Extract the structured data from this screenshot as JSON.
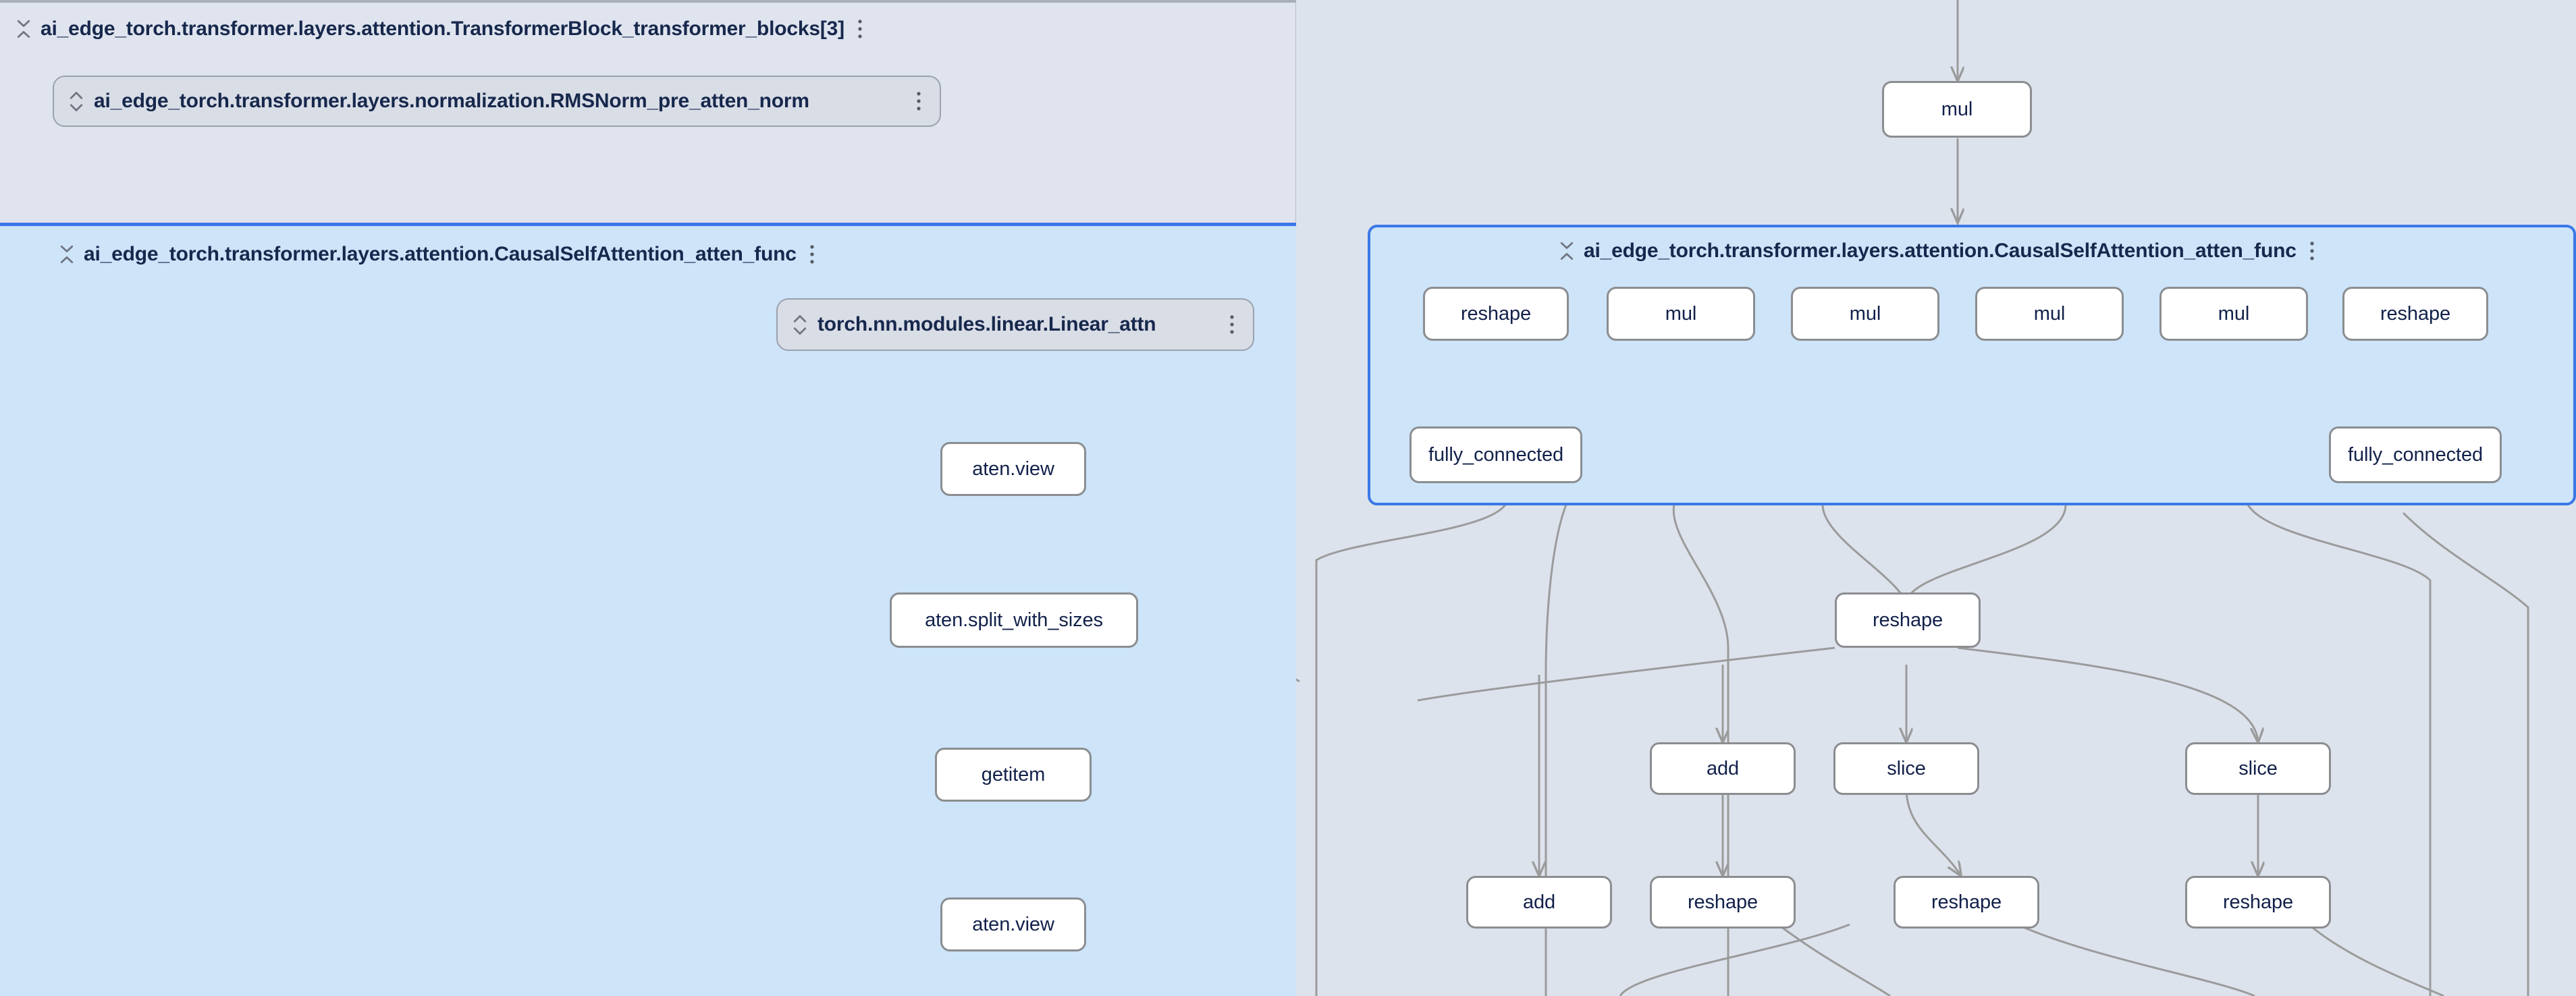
{
  "app": {
    "name": "model-explorer-graph-canvas",
    "background_color": "#dde3ed"
  },
  "colors": {
    "canvas_background": "#dde3ed",
    "group_background": "#dfe4ee",
    "selected_group_background": "#cde4f9",
    "selection_border": "#3b78e7",
    "node_background": "#ffffff",
    "node_border": "#8b8d90",
    "node_text": "#12214a",
    "group_title_text": "#17284d",
    "edge_stroke": "#9b9b9b",
    "layer_box_background": "#d9dde6",
    "layer_box_border": "#9ba1ad"
  },
  "icons": {
    "collapse": "collapse-chevrons-icon",
    "expand": "expand-chevrons-icon",
    "menu": "kebab-menu-icon"
  },
  "groups": [
    {
      "id": "transformer-block",
      "title": "ai_edge_torch.transformer.layers.attention.TransformerBlock_transformer_blocks[3]",
      "selected": false,
      "collapse_icon": "collapse-chevrons-icon",
      "menu_icon": "kebab-menu-icon"
    },
    {
      "id": "causal-self-attention-left",
      "title": "ai_edge_torch.transformer.layers.attention.CausalSelfAttention_atten_func",
      "selected": true,
      "collapse_icon": "collapse-chevrons-icon",
      "menu_icon": "kebab-menu-icon"
    },
    {
      "id": "causal-self-attention-right",
      "title": "ai_edge_torch.transformer.layers.attention.CausalSelfAttention_atten_func",
      "selected": true,
      "collapse_icon": "collapse-chevrons-icon",
      "menu_icon": "kebab-menu-icon"
    }
  ],
  "layer_boxes": [
    {
      "id": "rmsnorm-pre-atten-norm",
      "label": "ai_edge_torch.transformer.layers.normalization.RMSNorm_pre_atten_norm",
      "expand_icon": "expand-chevrons-icon",
      "menu_icon": "kebab-menu-icon"
    },
    {
      "id": "linear-attn",
      "label": "torch.nn.modules.linear.Linear_attn",
      "expand_icon": "expand-chevrons-icon",
      "menu_icon": "kebab-menu-icon"
    }
  ],
  "nodes": [
    {
      "id": "n-mul-top",
      "label": "mul"
    },
    {
      "id": "n-aten-view-1",
      "label": "aten.view"
    },
    {
      "id": "n-split",
      "label": "aten.split_with_sizes"
    },
    {
      "id": "n-getitem",
      "label": "getitem"
    },
    {
      "id": "n-aten-view-2",
      "label": "aten.view"
    },
    {
      "id": "n-reshape-a",
      "label": "reshape"
    },
    {
      "id": "n-mul-a",
      "label": "mul"
    },
    {
      "id": "n-mul-b",
      "label": "mul"
    },
    {
      "id": "n-mul-c",
      "label": "mul"
    },
    {
      "id": "n-mul-d",
      "label": "mul"
    },
    {
      "id": "n-reshape-b",
      "label": "reshape"
    },
    {
      "id": "n-fc-left",
      "label": "fully_connected"
    },
    {
      "id": "n-fc-right",
      "label": "fully_connected"
    },
    {
      "id": "n-reshape-mid",
      "label": "reshape"
    },
    {
      "id": "n-add-1",
      "label": "add"
    },
    {
      "id": "n-slice-1",
      "label": "slice"
    },
    {
      "id": "n-slice-2",
      "label": "slice"
    },
    {
      "id": "n-add-2",
      "label": "add"
    },
    {
      "id": "n-reshape-r1",
      "label": "reshape"
    },
    {
      "id": "n-reshape-r2",
      "label": "reshape"
    },
    {
      "id": "n-reshape-r3",
      "label": "reshape"
    }
  ]
}
